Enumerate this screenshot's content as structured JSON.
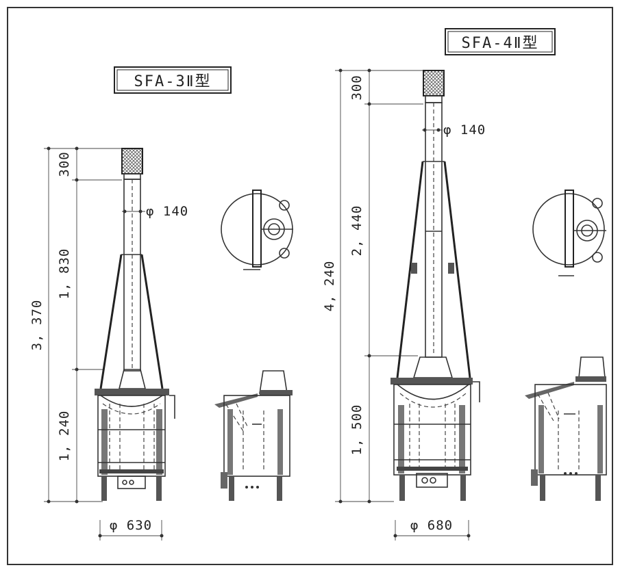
{
  "models": [
    {
      "title": "SFA-3Ⅱ型",
      "dims": {
        "cap": "300",
        "chimney": "1, 830",
        "total": "3, 370",
        "body": "1, 240",
        "chimney_dia": "φ 140",
        "base_dia": "φ 630"
      }
    },
    {
      "title": "SFA-4Ⅱ型",
      "dims": {
        "cap": "300",
        "chimney": "2, 440",
        "total": "4, 240",
        "body": "1, 500",
        "chimney_dia": "φ 140",
        "base_dia": "φ 680"
      }
    }
  ]
}
